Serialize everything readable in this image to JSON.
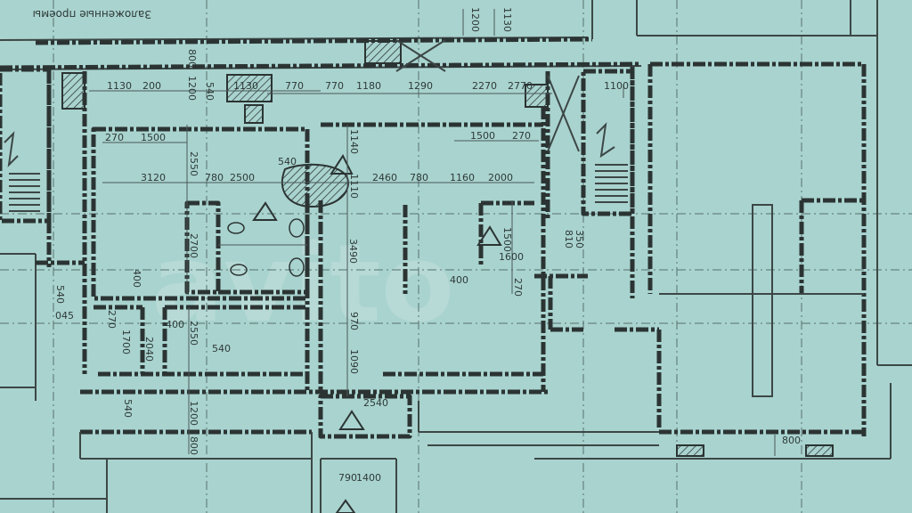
{
  "plan": {
    "note": "Заложенные проемы",
    "watermark": "avito",
    "dimensions": {
      "d_1200_top": "1200",
      "d_1130_top": "1130",
      "d_800_top": "800",
      "d_1200_left": "1200",
      "d_540_top": "540",
      "d_1130_a": "1130",
      "d_200": "200",
      "d_1130_b": "1130",
      "d_770": "770",
      "d_770_b": "770",
      "d_1180": "1180",
      "d_1290": "1290",
      "d_2270": "2270",
      "d_2770": "2770",
      "d_1100": "1100",
      "d_270_a": "270",
      "d_1500_a": "1500",
      "d_1140": "1140",
      "d_1500_b": "1500",
      "d_270_b": "270",
      "d_2550_a": "2550",
      "d_540_mid": "540",
      "d_3120": "3120",
      "d_780_a": "780",
      "d_2500": "2500",
      "d_1110": "1110",
      "d_2460": "2460",
      "d_780_b": "780",
      "d_1160": "1160",
      "d_2000": "2000",
      "d_2700": "2700",
      "d_3490": "3490",
      "d_1500_c": "1500",
      "d_1600": "1600",
      "d_810": "810",
      "d_350": "350",
      "d_400_a": "400",
      "d_400_b": "400",
      "d_270_c": "270",
      "d_540_l": "540",
      "d_045": "045",
      "d_270_d": "270",
      "d_1700": "1700",
      "d_2040": "2040",
      "d_400_c": "400",
      "d_2550_b": "2550",
      "d_540_c": "540",
      "d_970": "970",
      "d_1090": "1090",
      "d_540_bot": "540",
      "d_1200_bot": "1200",
      "d_800_bot": "800",
      "d_2540": "2540",
      "d_790": "790",
      "d_1400": "1400",
      "d_800_right": "800"
    }
  }
}
